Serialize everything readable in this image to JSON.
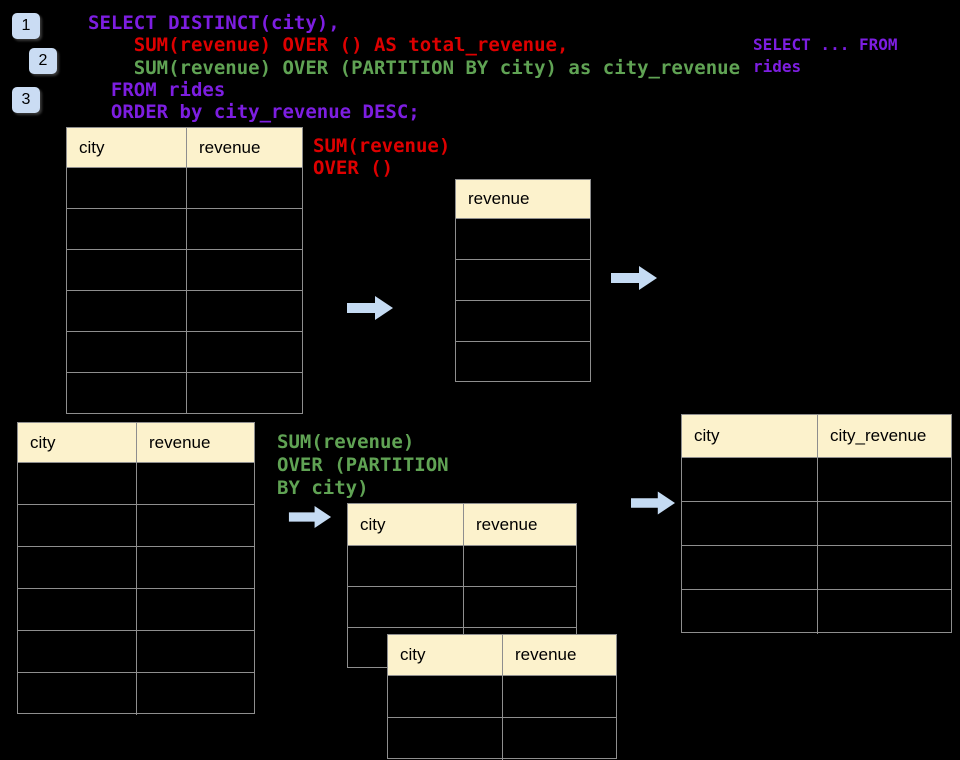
{
  "code_block": {
    "lines": [
      {
        "text": "SELECT DISTINCT(city),",
        "color": "purple"
      },
      {
        "text": "    SUM(revenue) OVER () AS total_revenue,",
        "color": "red"
      },
      {
        "text": "    SUM(revenue) OVER (PARTITION BY city) as city_revenue",
        "color": "green"
      },
      {
        "text": "  FROM rides",
        "color": "purple"
      },
      {
        "text": "  ORDER by city_revenue DESC;",
        "color": "purple"
      }
    ]
  },
  "side_note": {
    "line1": "SELECT ... FROM",
    "line2": "rides"
  },
  "annotations": {
    "total_note": {
      "line1": "SUM(revenue)",
      "line2": "OVER ()"
    },
    "partition_note": {
      "line1": "SUM(revenue)",
      "line2": "OVER (PARTITION",
      "line3": "BY city)"
    }
  },
  "badges": [
    {
      "label": "1"
    },
    {
      "label": "2"
    },
    {
      "label": "3"
    }
  ],
  "tables": {
    "source_top": {
      "headers": [
        "city",
        "revenue"
      ],
      "body_rows": 6
    },
    "total_revenue": {
      "headers": [
        "revenue"
      ],
      "body_rows": 4
    },
    "source_bottom": {
      "headers": [
        "city",
        "revenue"
      ],
      "body_rows": 6
    },
    "partition_a": {
      "headers": [
        "city",
        "revenue"
      ],
      "body_rows": 3
    },
    "partition_b": {
      "headers": [
        "city",
        "revenue"
      ],
      "body_rows": 2
    },
    "result": {
      "headers": [
        "city",
        "city_revenue"
      ],
      "body_rows": 4
    }
  },
  "colors": {
    "background": "#000000",
    "code_purple": "#7D1EE1",
    "code_red": "#DE0000",
    "code_green": "#60A354",
    "arrow_blue": "#C5DBF3",
    "badge_blue": "#CADCF3",
    "table_header_bg": "#FCF2CC",
    "table_border": "#8E8E8E"
  }
}
